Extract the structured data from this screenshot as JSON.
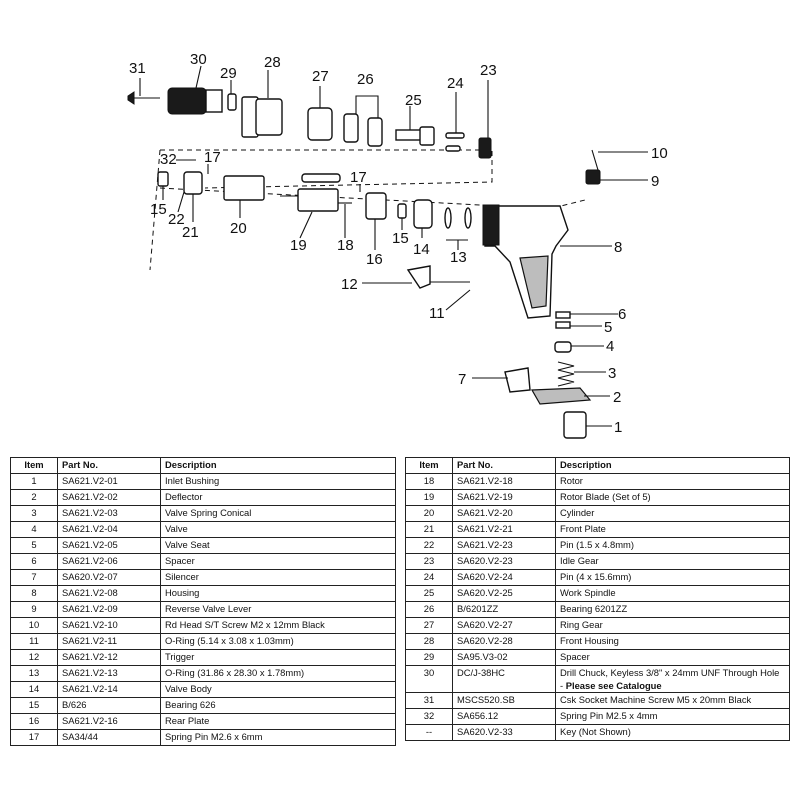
{
  "callouts": [
    "31",
    "30",
    "29",
    "28",
    "27",
    "26",
    "25",
    "24",
    "23",
    "10",
    "9",
    "32",
    "17",
    "17",
    "15",
    "22",
    "21",
    "20",
    "19",
    "18",
    "16",
    "15",
    "14",
    "13",
    "8",
    "12",
    "11",
    "6",
    "5",
    "4",
    "3",
    "7",
    "2",
    "1"
  ],
  "table": {
    "headers": {
      "item": "Item",
      "part_no": "Part No.",
      "description": "Description"
    },
    "left_rows": [
      {
        "item": "1",
        "part_no": "SA621.V2-01",
        "description": "Inlet Bushing"
      },
      {
        "item": "2",
        "part_no": "SA621.V2-02",
        "description": "Deflector"
      },
      {
        "item": "3",
        "part_no": "SA621.V2-03",
        "description": "Valve Spring Conical"
      },
      {
        "item": "4",
        "part_no": "SA621.V2-04",
        "description": "Valve"
      },
      {
        "item": "5",
        "part_no": "SA621.V2-05",
        "description": "Valve Seat"
      },
      {
        "item": "6",
        "part_no": "SA621.V2-06",
        "description": "Spacer"
      },
      {
        "item": "7",
        "part_no": "SA620.V2-07",
        "description": "Silencer"
      },
      {
        "item": "8",
        "part_no": "SA621.V2-08",
        "description": "Housing"
      },
      {
        "item": "9",
        "part_no": "SA621.V2-09",
        "description": "Reverse Valve Lever"
      },
      {
        "item": "10",
        "part_no": "SA621.V2-10",
        "description": "Rd Head S/T Screw M2 x 12mm Black"
      },
      {
        "item": "11",
        "part_no": "SA621.V2-11",
        "description": "O-Ring (5.14 x  3.08 x 1.03mm)"
      },
      {
        "item": "12",
        "part_no": "SA621.V2-12",
        "description": "Trigger"
      },
      {
        "item": "13",
        "part_no": "SA621.V2-13",
        "description": "O-Ring (31.86 x 28.30 x 1.78mm)"
      },
      {
        "item": "14",
        "part_no": "SA621.V2-14",
        "description": "Valve Body"
      },
      {
        "item": "15",
        "part_no": "B/626",
        "description": "Bearing 626"
      },
      {
        "item": "16",
        "part_no": "SA621.V2-16",
        "description": "Rear Plate"
      },
      {
        "item": "17",
        "part_no": "SA34/44",
        "description": "Spring Pin M2.6 x 6mm"
      }
    ],
    "right_rows": [
      {
        "item": "18",
        "part_no": "SA621.V2-18",
        "description": "Rotor"
      },
      {
        "item": "19",
        "part_no": "SA621.V2-19",
        "description": "Rotor Blade (Set of 5)"
      },
      {
        "item": "20",
        "part_no": "SA621.V2-20",
        "description": "Cylinder"
      },
      {
        "item": "21",
        "part_no": "SA621.V2-21",
        "description": "Front Plate"
      },
      {
        "item": "22",
        "part_no": "SA621.V2-23",
        "description": "Pin (1.5 x 4.8mm)"
      },
      {
        "item": "23",
        "part_no": "SA620.V2-23",
        "description": "Idle Gear"
      },
      {
        "item": "24",
        "part_no": "SA620.V2-24",
        "description": "Pin (4 x 15.6mm)"
      },
      {
        "item": "25",
        "part_no": "SA620.V2-25",
        "description": "Work Spindle"
      },
      {
        "item": "26",
        "part_no": "B/6201ZZ",
        "description": "Bearing 6201ZZ"
      },
      {
        "item": "27",
        "part_no": "SA620.V2-27",
        "description": "Ring Gear"
      },
      {
        "item": "28",
        "part_no": "SA620.V2-28",
        "description": "Front Housing"
      },
      {
        "item": "29",
        "part_no": "SA95.V3-02",
        "description": "Spacer"
      },
      {
        "item": "30",
        "part_no": "DC/J-38HC",
        "description": "Drill Chuck, Keyless 3/8\" x 24mm UNF Through Hole - ",
        "description_bold": "Please see Catalogue"
      },
      {
        "item": "31",
        "part_no": "MSCS520.SB",
        "description": "Csk Socket Machine Screw M5 x 20mm Black"
      },
      {
        "item": "32",
        "part_no": "SA656.12",
        "description": "Spring Pin M2.5 x 4mm"
      },
      {
        "item": "--",
        "part_no": "SA620.V2-33",
        "description": "Key (Not Shown)"
      }
    ]
  }
}
